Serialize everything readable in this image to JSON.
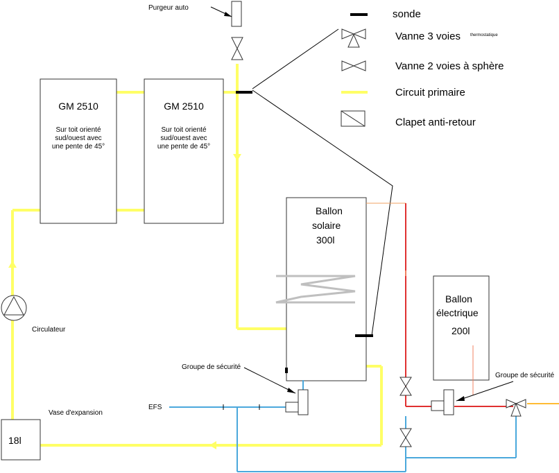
{
  "labels": {
    "purgeur": "Purgeur auto",
    "circulateur": "Circulateur",
    "vase": "Vase d'expansion",
    "vase_value": "18l",
    "efs": "EFS",
    "groupe_securite_1": "Groupe de sécurité",
    "groupe_securite_2": "Groupe de sécurité"
  },
  "panels": [
    {
      "title": "GM 2510",
      "desc": [
        "Sur toit orienté",
        "sud/ouest avec",
        "une pente de 45°"
      ]
    },
    {
      "title": "GM 2510",
      "desc": [
        "Sur toit orienté",
        "sud/ouest avec",
        "une pente de 45°"
      ]
    }
  ],
  "ballon_solaire": [
    "Ballon",
    "solaire",
    "300l"
  ],
  "ballon_electrique": [
    "Ballon",
    "électrique",
    "200l"
  ],
  "legend": {
    "sonde": "sonde",
    "vanne3": "Vanne 3 voies",
    "vanne3_note": "thermostatique",
    "vanne2": "Vanne 2 voies à sphère",
    "circuit": "Circuit primaire",
    "clapet": "Clapet anti-retour"
  },
  "colors": {
    "primary_circuit": "#ffff66",
    "hot_water": "#e03030",
    "cold_water": "#4aa8dc",
    "sensor": "#000000"
  }
}
